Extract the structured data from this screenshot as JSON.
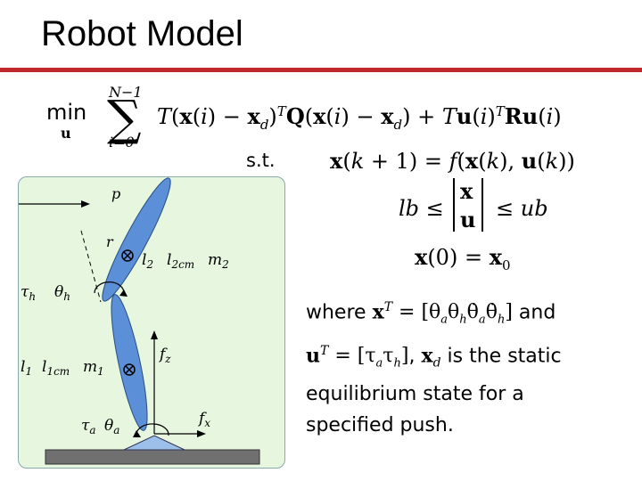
{
  "title": "Robot Model",
  "objective": {
    "min": "min",
    "min_sub": "u",
    "sum_upper": "N−1",
    "sum_lower": "i=0",
    "expr": "T(x(i) − x_d)^T Q(x(i) − x_d) + T u(i)^T R u(i)"
  },
  "constraints": {
    "st": "s.t.",
    "dynamics": "x(k + 1) = f(x(k), u(k))",
    "bounds_lb": "lb ≤",
    "bounds_top": "x",
    "bounds_bottom": "u",
    "bounds_ub": "≤ ub",
    "initial": "x(0) = x₀"
  },
  "where_text": {
    "line1_a": "where ",
    "line1_b": " and",
    "line2_b": ", ",
    "line2_c": " is the static",
    "line3": "equilibrium state for a",
    "line4": "specified push."
  },
  "diagram_labels": {
    "p": "p",
    "r": "r",
    "l2": "l",
    "l2_sub": "2",
    "l2cm": "l",
    "l2cm_sub": "2cm",
    "m2": "m",
    "m2_sub": "2",
    "tau_h": "τ",
    "tau_h_sub": "h",
    "theta_h": "θ",
    "theta_h_sub": "h",
    "l1": "l",
    "l1_sub": "1",
    "l1cm": "l",
    "l1cm_sub": "1cm",
    "m1": "m",
    "m1_sub": "1",
    "fz": "f",
    "fz_sub": "z",
    "fx": "f",
    "fx_sub": "x",
    "tau_a": "τ",
    "tau_a_sub": "a",
    "theta_a": "θ",
    "theta_a_sub": "a"
  },
  "colors": {
    "title_rule": "#c0282e",
    "panel_bg": "#e6f6df",
    "link_fill": "#5b8fd8",
    "ground": "#707070"
  }
}
